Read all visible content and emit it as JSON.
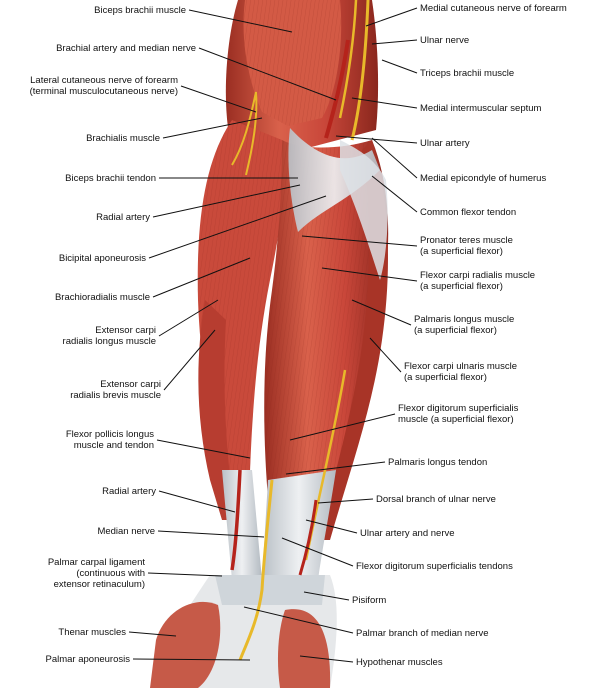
{
  "labels_left": [
    {
      "id": "biceps-brachii-muscle",
      "lines": [
        "Biceps brachii muscle"
      ]
    },
    {
      "id": "brachial-artery-and-median-nerve",
      "lines": [
        "Brachial artery and median nerve"
      ]
    },
    {
      "id": "lateral-cutaneous-nerve",
      "lines": [
        "Lateral cutaneous nerve of forearm",
        "(terminal musculocutaneous nerve)"
      ]
    },
    {
      "id": "brachialis-muscle",
      "lines": [
        "Brachialis muscle"
      ]
    },
    {
      "id": "biceps-brachii-tendon",
      "lines": [
        "Biceps brachii tendon"
      ]
    },
    {
      "id": "radial-artery-upper",
      "lines": [
        "Radial artery"
      ]
    },
    {
      "id": "bicipital-aponeurosis",
      "lines": [
        "Bicipital aponeurosis"
      ]
    },
    {
      "id": "brachioradialis-muscle",
      "lines": [
        "Brachioradialis muscle"
      ]
    },
    {
      "id": "extensor-carpi-radialis-longus",
      "lines": [
        "Extensor carpi",
        "radialis longus muscle"
      ]
    },
    {
      "id": "extensor-carpi-radialis-brevis",
      "lines": [
        "Extensor carpi",
        "radialis brevis muscle"
      ]
    },
    {
      "id": "flexor-pollicis-longus",
      "lines": [
        "Flexor pollicis longus",
        "muscle and tendon"
      ]
    },
    {
      "id": "radial-artery-lower",
      "lines": [
        "Radial artery"
      ]
    },
    {
      "id": "median-nerve",
      "lines": [
        "Median nerve"
      ]
    },
    {
      "id": "palmar-carpal-ligament",
      "lines": [
        "Palmar carpal ligament",
        "(continuous with",
        "extensor retinaculum)"
      ]
    },
    {
      "id": "thenar-muscles",
      "lines": [
        "Thenar muscles"
      ]
    },
    {
      "id": "palmar-aponeurosis",
      "lines": [
        "Palmar aponeurosis"
      ]
    }
  ],
  "labels_right": [
    {
      "id": "medial-cutaneous-nerve",
      "lines": [
        "Medial cutaneous nerve of forearm"
      ]
    },
    {
      "id": "ulnar-nerve",
      "lines": [
        "Ulnar nerve"
      ]
    },
    {
      "id": "triceps-brachii-muscle",
      "lines": [
        "Triceps brachii muscle"
      ]
    },
    {
      "id": "medial-intermuscular-septum",
      "lines": [
        "Medial intermuscular septum"
      ]
    },
    {
      "id": "ulnar-artery",
      "lines": [
        "Ulnar artery"
      ]
    },
    {
      "id": "medial-epicondyle",
      "lines": [
        "Medial epicondyle of humerus"
      ]
    },
    {
      "id": "common-flexor-tendon",
      "lines": [
        "Common flexor tendon"
      ]
    },
    {
      "id": "pronator-teres",
      "lines": [
        "Pronator teres muscle",
        "(a superficial flexor)"
      ]
    },
    {
      "id": "flexor-carpi-radialis",
      "lines": [
        "Flexor carpi radialis muscle",
        "(a superficial flexor)"
      ]
    },
    {
      "id": "palmaris-longus-muscle",
      "lines": [
        "Palmaris longus muscle",
        "(a superficial flexor)"
      ]
    },
    {
      "id": "flexor-carpi-ulnaris",
      "lines": [
        "Flexor carpi ulnaris muscle",
        "(a superficial flexor)"
      ]
    },
    {
      "id": "flexor-digitorum-superficialis",
      "lines": [
        "Flexor digitorum superficialis",
        "muscle (a superficial flexor)"
      ]
    },
    {
      "id": "palmaris-longus-tendon",
      "lines": [
        "Palmaris longus tendon"
      ]
    },
    {
      "id": "dorsal-branch-ulnar-nerve",
      "lines": [
        "Dorsal branch of ulnar nerve"
      ]
    },
    {
      "id": "ulnar-artery-and-nerve",
      "lines": [
        "Ulnar artery and nerve"
      ]
    },
    {
      "id": "fds-tendons",
      "lines": [
        "Flexor digitorum superficialis tendons"
      ]
    },
    {
      "id": "pisiform",
      "lines": [
        "Pisiform"
      ]
    },
    {
      "id": "palmar-branch-median-nerve",
      "lines": [
        "Palmar branch of median nerve"
      ]
    },
    {
      "id": "hypothenar-muscles",
      "lines": [
        "Hypothenar muscles"
      ]
    }
  ],
  "colors": {
    "muscle": "#c8493a",
    "muscle_light": "#e0826c",
    "muscle_dark": "#8f2a20",
    "tendon": "#dfe3e6",
    "tendon_shadow": "#a9b1b8",
    "nerve": "#e8b92a",
    "artery": "#b5231b",
    "leader": "#111111"
  }
}
